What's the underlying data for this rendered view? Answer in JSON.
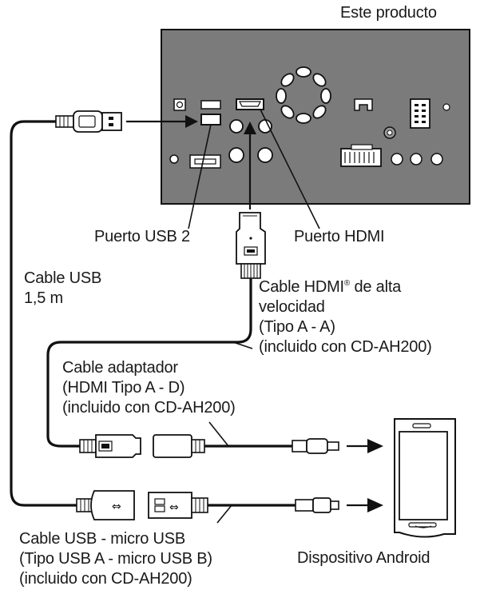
{
  "title": "Este producto",
  "labels": {
    "usb_port": "Puerto USB 2",
    "hdmi_port": "Puerto HDMI",
    "usb_cable": [
      "Cable USB",
      "1,5 m"
    ],
    "hdmi_cable": {
      "line1_prefix": "Cable HDMI",
      "line1_mark": "®",
      "line1_suffix": " de alta",
      "line2": "velocidad",
      "line3": "(Tipo A - A)",
      "line4": "(incluido con CD-AH200)"
    },
    "adapter_cable": [
      "Cable adaptador",
      "(HDMI Tipo A - D)",
      "(incluido con CD-AH200)"
    ],
    "micro_usb_cable": [
      "Cable USB - micro USB",
      "(Tipo USB A - micro USB B)",
      "(incluido con CD-AH200)"
    ],
    "device": "Dispositivo Android"
  },
  "colors": {
    "unit_fill": "#7b7b7b",
    "line": "#111111",
    "text": "#1a1a1a",
    "background": "#ffffff"
  }
}
